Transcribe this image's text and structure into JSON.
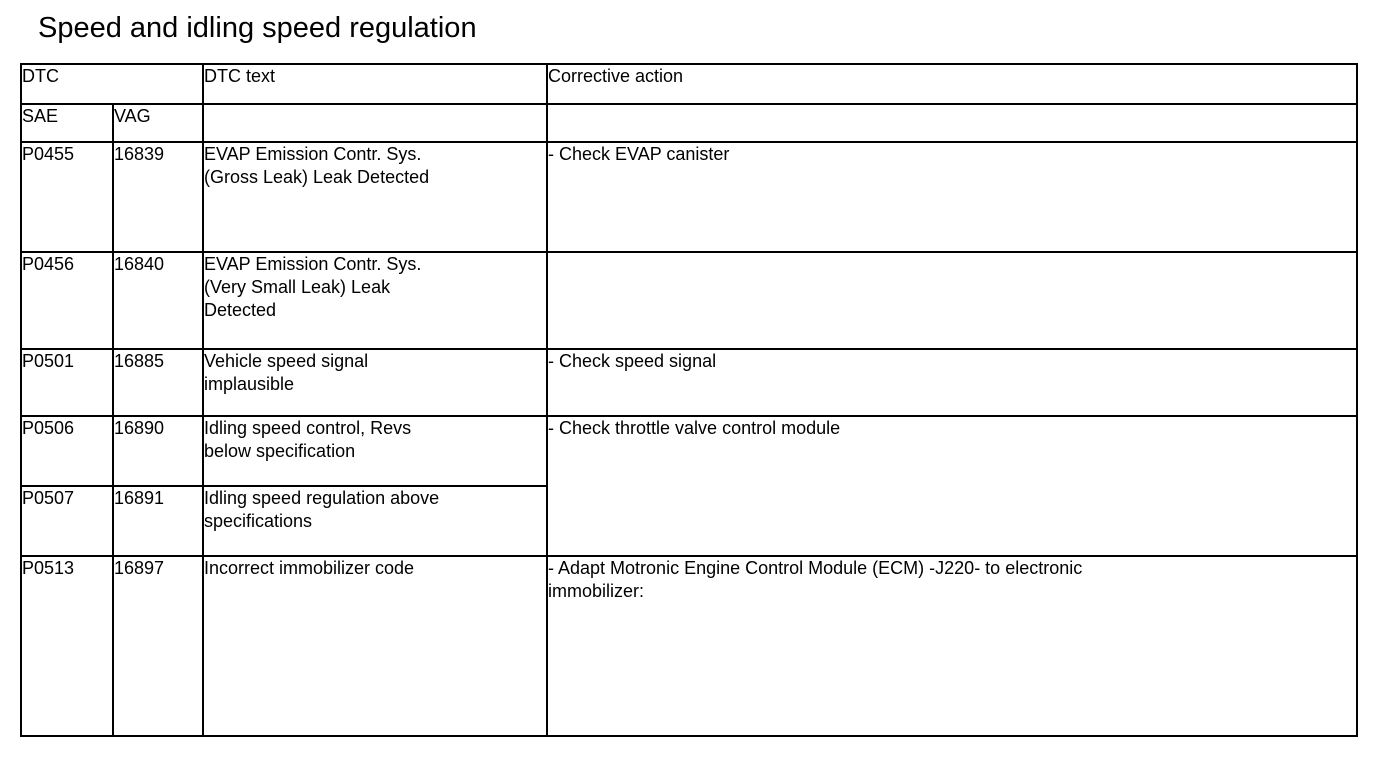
{
  "document": {
    "title": "Speed and idling speed regulation"
  },
  "table": {
    "headers": {
      "dtc_group": "DTC",
      "dtc_text": "DTC text",
      "corrective_action": "Corrective action",
      "sae": "SAE",
      "vag": "VAG",
      "dtc_text_sub": "",
      "corrective_action_sub": ""
    },
    "rows": [
      {
        "sae": "P0455",
        "vag": "16839",
        "dtc_text": "EVAP Emission Contr. Sys.\n(Gross Leak) Leak Detected",
        "corrective_action": "- Check EVAP canister"
      },
      {
        "sae": "P0456",
        "vag": "16840",
        "dtc_text": "EVAP Emission Contr. Sys.\n(Very Small Leak) Leak\nDetected",
        "corrective_action": ""
      },
      {
        "sae": "P0501",
        "vag": "16885",
        "dtc_text": "Vehicle speed signal\nimplausible",
        "corrective_action": "- Check speed signal"
      },
      {
        "sae": "P0506",
        "vag": "16890",
        "dtc_text": "Idling speed control, Revs\nbelow specification",
        "corrective_action": "- Check throttle valve control module"
      },
      {
        "sae": "P0507",
        "vag": "16891",
        "dtc_text": "Idling speed regulation above\nspecifications",
        "corrective_action": ""
      },
      {
        "sae": "P0513",
        "vag": "16897",
        "dtc_text": "Incorrect immobilizer code",
        "corrective_action": "- Adapt Motronic Engine Control Module (ECM) -J220- to electronic\nimmobilizer:"
      }
    ]
  }
}
